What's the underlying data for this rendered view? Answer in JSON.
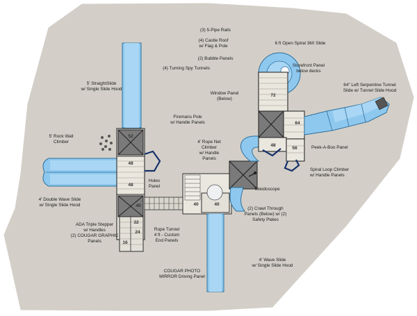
{
  "diagram": {
    "labels": {
      "pipe_rails": "(3) 5-Pipe Rails",
      "castle_roof_1": "(4) Castle Roof",
      "castle_roof_2": "w/ Flag & Pole",
      "bubble_panels": "(2) Bubble Panels",
      "spy_tunnels": "(4) Turning Spy Tunnels",
      "spiral_slide": "6 ft Open Spiral 360 Slide",
      "storefront_1": "Storefront Panel",
      "storefront_2": "below decks",
      "serpentine_1": "64\" Left Serpentine Tunnel",
      "serpentine_2": "Slide w/ Tunnel Slide Hood",
      "straight_slide_1": "5' StraightSlide",
      "straight_slide_2": "w/ Single Slide Hood",
      "window_panel_1": "Window Panel",
      "window_panel_2": "(Below)",
      "firemans_pole_1": "Firemans Pole",
      "firemans_pole_2": "w/ Handle Panels",
      "rock_wall_1": "5' Rock Wall",
      "rock_wall_2": "Climber",
      "rope_net_1": "4' Rope Net",
      "rope_net_2": "Climber",
      "rope_net_3": "w/ Handle",
      "rope_net_4": "Panels",
      "peekaboo": "Peek-A-Boo Panel",
      "spiral_loop_1": "Spiral Loop Climber",
      "spiral_loop_2": "w/ Handle Panels",
      "holes_panel_1": "Holes",
      "holes_panel_2": "Panel",
      "teleidoscope": "Teleidoscope",
      "double_wave_1": "4' Double Wave Slide",
      "double_wave_2": "w/ Single Slide Hood",
      "crawl_1": "(2) Crawl Through",
      "crawl_2": "Panels (Below) w/ (2)",
      "crawl_3": "Safety Plates",
      "ada_1": "ADA Triple Stepper",
      "ada_2": "w/ Handles",
      "ada_3": "(2) COUGAR GRAPHIC",
      "ada_4": "Panels",
      "rope_tunnel_1": "Rope Tunnel",
      "rope_tunnel_2": "4 ft - Custom",
      "rope_tunnel_3": "End Panels",
      "wave_slide_1": "4' Wave Slide",
      "wave_slide_2": "w/ Single Slide Hood",
      "photo_1": "COUGAR PHOTO",
      "photo_2": "MIRROR Driving Panel"
    },
    "deck_numbers": {
      "n72": "72",
      "n64": "64",
      "n48r": "48",
      "n56": "56",
      "n52": "52",
      "n48a": "48",
      "n48b": "48",
      "n40a": "40",
      "n40b": "40",
      "n40c": "40",
      "n32": "32",
      "n24": "24",
      "n16": "16"
    },
    "colors": {
      "ground": "#d3cfc8",
      "deck": "#eae7df",
      "slide": "#8fc8ee",
      "roof": "#7a7a7a",
      "panel_navy": "#16306b"
    }
  }
}
